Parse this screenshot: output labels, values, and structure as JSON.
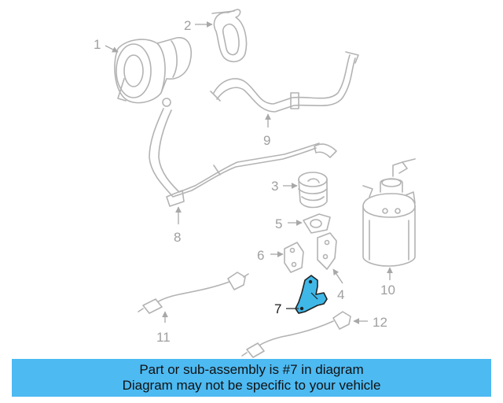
{
  "callouts": {
    "c1": "1",
    "c2": "2",
    "c3": "3",
    "c4": "4",
    "c5": "5",
    "c6": "6",
    "c7": "7",
    "c8": "8",
    "c9": "9",
    "c10": "10",
    "c11": "11",
    "c12": "12"
  },
  "highlighted_part": "7",
  "colors": {
    "banner": "#4dbaf2",
    "highlight": "#3fb8e8",
    "line_art": "#b3b3b3"
  },
  "banner": {
    "line1": "Part or sub-assembly is #7 in diagram",
    "line2": "Diagram may not be specific to your vehicle"
  }
}
